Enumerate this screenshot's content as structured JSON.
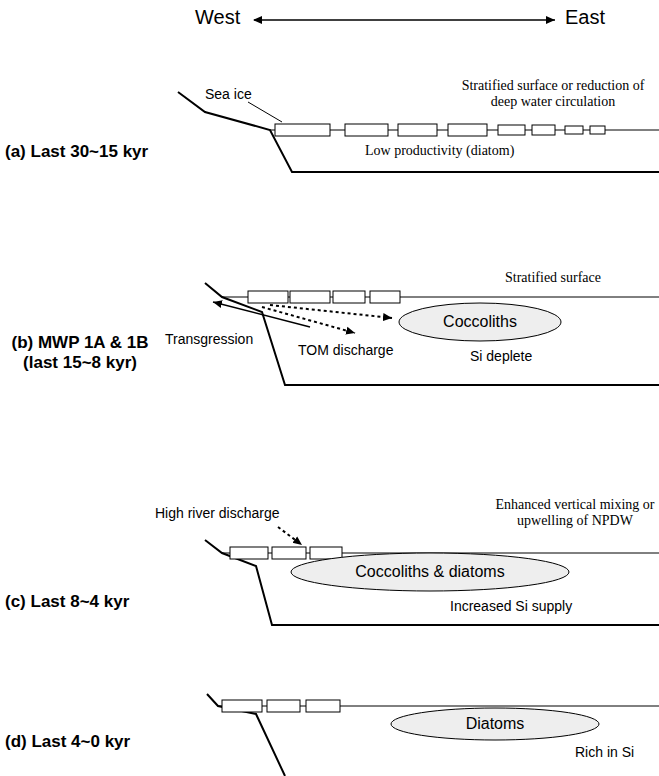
{
  "diagram": {
    "nodes": [
      {
        "text": [
          "Coccoliths"
        ]
      },
      {
        "text": [
          "Coccoliths & diatoms"
        ]
      },
      {
        "text": [
          "Diatoms"
        ]
      }
    ],
    "labels": [
      "West",
      "East",
      "Sea ice",
      "Stratified surface or reduction of deep water circulation",
      "(a) Last 30~15 kyr",
      "Low productivity (diatom)",
      "Stratified surface",
      "(b) MWP 1A & 1B (last 15~8 kyr)",
      "Transgression",
      "TOM discharge",
      "Si deplete",
      "High river discharge",
      "Enhanced vertical mixing or upwelling of NPDW",
      "(c) Last 8~4 kyr",
      "Increased Si supply",
      "(d) Last 4~0 kyr",
      "Rich in Si"
    ]
  }
}
